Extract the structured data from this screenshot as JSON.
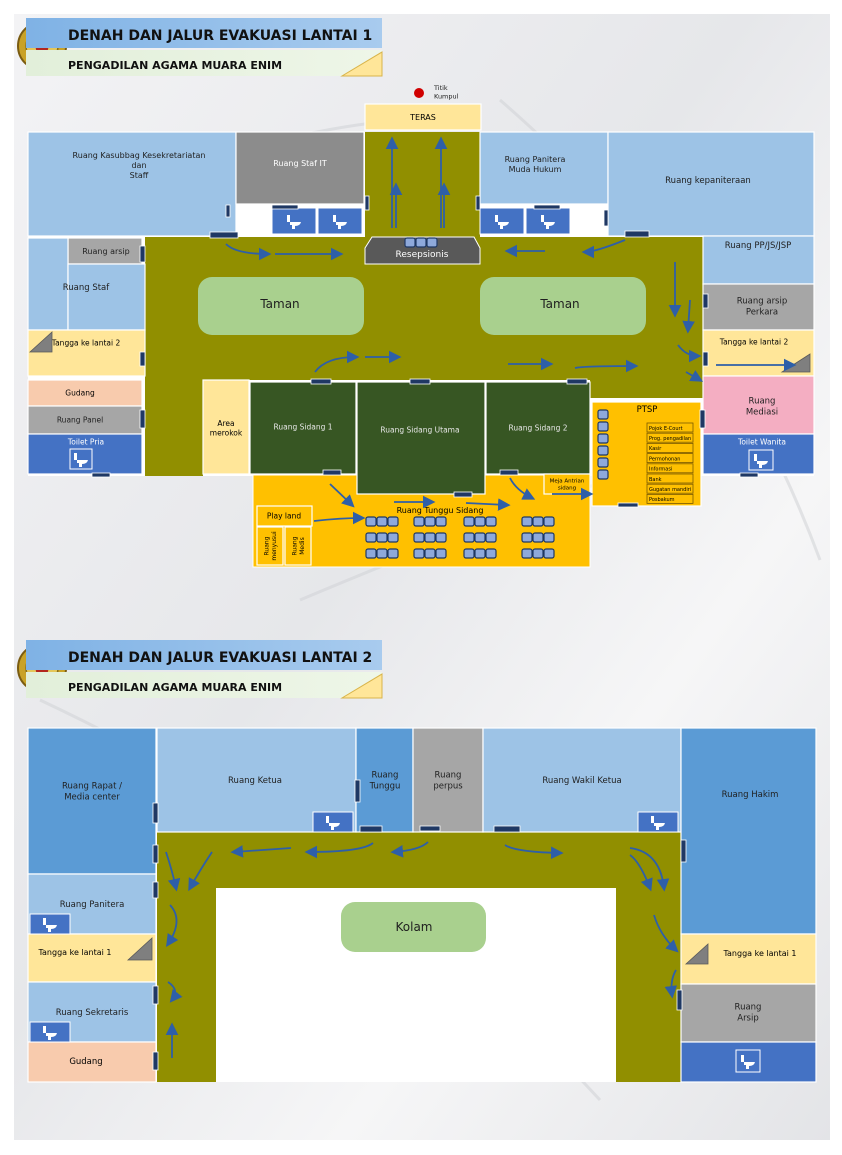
{
  "colors": {
    "corridor": "#918f00",
    "room_light": "#9dc3e6",
    "room_mid": "#5b9bd5",
    "room_grey": "#a6a6a6",
    "room_grey_dark": "#8c8c8c",
    "toilet": "#4472c4",
    "yellow": "#ffc000",
    "cream": "#ffe699",
    "peach": "#f8cbad",
    "pink": "#f4aec2",
    "green_dark": "#375623",
    "green_light": "#a9d08e",
    "arrow": "#2e5fa8",
    "door": "#1f3864",
    "dot": "#d00000"
  },
  "floor1": {
    "header": {
      "title": "DENAH DAN JALUR EVAKUASI LANTAI 1",
      "subtitle": "PENGADILAN AGAMA MUARA ENIM"
    },
    "assembly_point": "Titik\nKumpul",
    "rooms": [
      {
        "label": "TERAS",
        "color": "cream",
        "text": "#000"
      },
      {
        "label": "Ruang Kasubbag Kesekretariatan\ndan\nStaff",
        "color": "room_light",
        "text": "#1f1f1f"
      },
      {
        "label": "Ruang Staf IT",
        "color": "room_grey_dark",
        "text": "#fff"
      },
      {
        "label": "Ruang Panitera\nMuda Hukum",
        "color": "room_light",
        "text": "#1f1f1f"
      },
      {
        "label": "Ruang kepaniteraan",
        "color": "room_light",
        "text": "#1f1f1f"
      },
      {
        "label": "Ruang PP/JS/JSP",
        "color": "room_light",
        "text": "#1f1f1f"
      },
      {
        "label": "Ruang arsip",
        "color": "room_grey",
        "text": "#1f1f1f"
      },
      {
        "label": "Ruang Staf",
        "color": "room_light",
        "text": "#1f1f1f"
      },
      {
        "label": "Tangga ke lantai 2",
        "color": "cream",
        "text": "#000"
      },
      {
        "label": "Gudang",
        "color": "peach",
        "text": "#000"
      },
      {
        "label": "Ruang Panel",
        "color": "room_grey",
        "text": "#1f1f1f"
      },
      {
        "label": "Toilet Pria",
        "color": "toilet",
        "text": "#fff"
      },
      {
        "label": "Resepsionis",
        "color": "#595959",
        "text": "#fff"
      },
      {
        "label": "Taman",
        "color": "green_light",
        "text": "#1f1f1f"
      },
      {
        "label": "Taman",
        "color": "green_light",
        "text": "#1f1f1f"
      },
      {
        "label": "Ruang arsip\nPerkara",
        "color": "room_grey",
        "text": "#1f1f1f"
      },
      {
        "label": "Tangga ke lantai 2",
        "color": "cream",
        "text": "#000"
      },
      {
        "label": "Ruang\nMediasi",
        "color": "pink",
        "text": "#1f1f1f"
      },
      {
        "label": "Toilet Wanita",
        "color": "toilet",
        "text": "#fff"
      },
      {
        "label": "Area\nmerokok",
        "color": "cream",
        "text": "#000"
      },
      {
        "label": "Ruang Sidang 1",
        "color": "green_dark",
        "text": "#e8e8e8"
      },
      {
        "label": "Ruang Sidang Utama",
        "color": "green_dark",
        "text": "#e8e8e8"
      },
      {
        "label": "Ruang Sidang 2",
        "color": "green_dark",
        "text": "#e8e8e8"
      },
      {
        "label": "PTSP",
        "color": "yellow",
        "text": "#000"
      },
      {
        "label": "Ruang Tunggu Sidang",
        "color": "yellow",
        "text": "#000"
      },
      {
        "label": "Play land",
        "color": "yellow",
        "text": "#000"
      },
      {
        "label": "Ruang\nmenyusui",
        "color": "yellow",
        "text": "#000"
      },
      {
        "label": "Ruang\nMedis",
        "color": "yellow",
        "text": "#000"
      },
      {
        "label": "Meja Antrian\nsidang",
        "color": "yellow",
        "text": "#000"
      }
    ],
    "ptsp_counters": [
      "Pojok E-Court",
      "Prog. pengadilan",
      "Kasir",
      "Permohonan",
      "Informasi",
      "Bank",
      "Gugatan mandiri",
      "Posbakum"
    ]
  },
  "floor2": {
    "header": {
      "title": "DENAH DAN JALUR EVAKUASI LANTAI 2",
      "subtitle": "PENGADILAN AGAMA MUARA ENIM"
    },
    "rooms": [
      {
        "label": "Ruang Rapat /\nMedia center",
        "color": "room_mid",
        "text": "#1f1f1f"
      },
      {
        "label": "Ruang Ketua",
        "color": "room_light",
        "text": "#1f1f1f"
      },
      {
        "label": "Ruang\nTunggu",
        "color": "room_mid",
        "text": "#1f1f1f"
      },
      {
        "label": "Ruang\nperpus",
        "color": "room_grey",
        "text": "#1f1f1f"
      },
      {
        "label": "Ruang Wakil Ketua",
        "color": "room_light",
        "text": "#1f1f1f"
      },
      {
        "label": "Ruang Hakim",
        "color": "room_mid",
        "text": "#1f1f1f"
      },
      {
        "label": "Ruang Panitera",
        "color": "room_light",
        "text": "#1f1f1f"
      },
      {
        "label": "Tangga ke lantai 1",
        "color": "cream",
        "text": "#000"
      },
      {
        "label": "Ruang Sekretaris",
        "color": "room_light",
        "text": "#1f1f1f"
      },
      {
        "label": "Gudang",
        "color": "peach",
        "text": "#000"
      },
      {
        "label": "Kolam",
        "color": "green_light",
        "text": "#1f1f1f"
      },
      {
        "label": "Tangga ke lantai 1",
        "color": "cream",
        "text": "#000"
      },
      {
        "label": "Ruang\nArsip",
        "color": "room_grey",
        "text": "#1f1f1f"
      }
    ]
  }
}
